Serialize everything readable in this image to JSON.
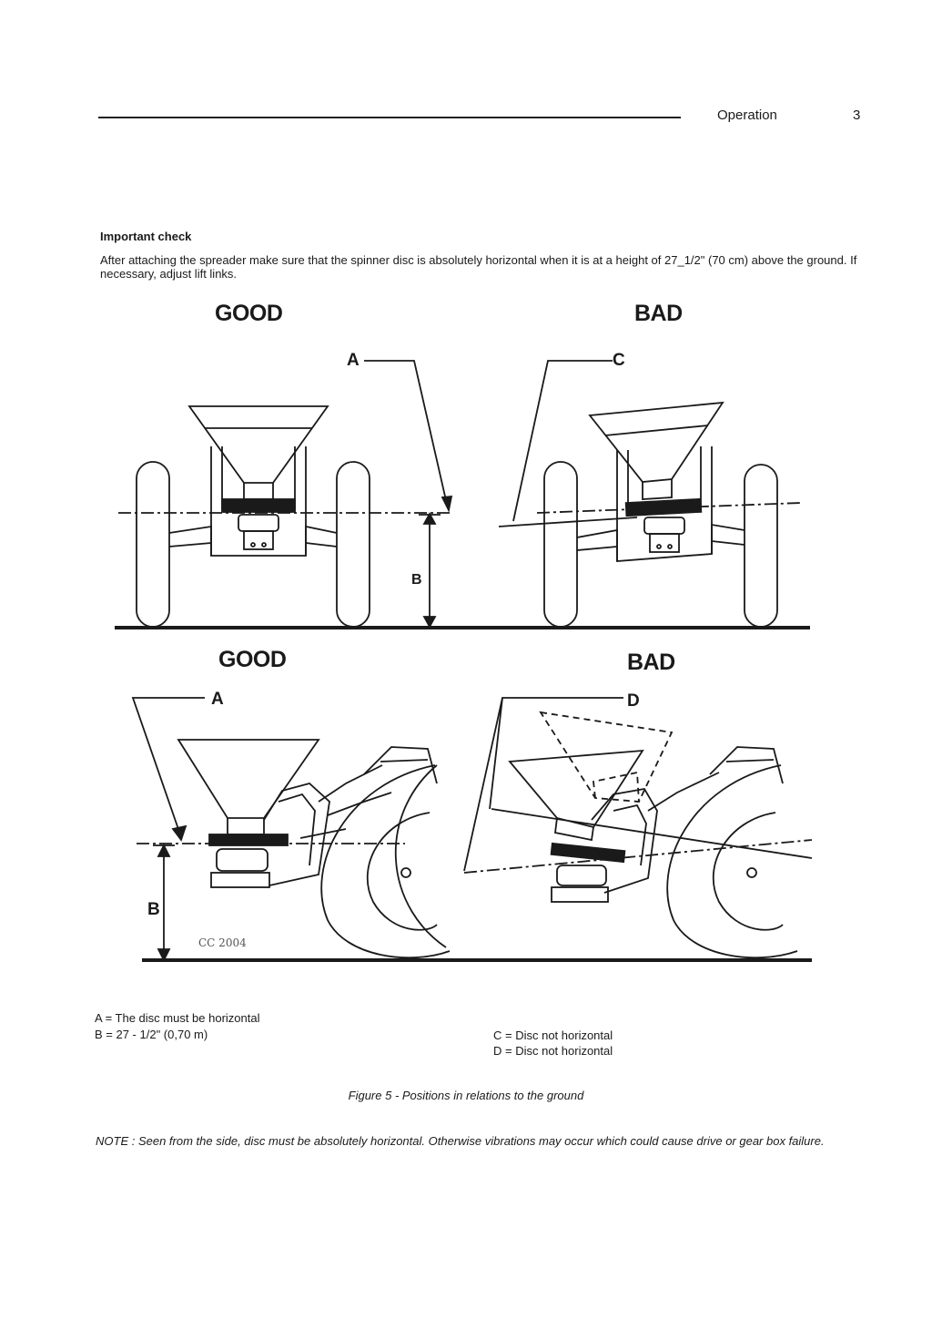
{
  "header": {
    "section": "Operation",
    "page_number": "3"
  },
  "check": {
    "heading": "Important check",
    "body": "After attaching the spreader make sure that the spinner disc is absolutely horizontal when it is at a height of 27_1/2\" (70 cm) above the ground. If necessary, adjust lift links."
  },
  "figure": {
    "top_good_label": "GOOD",
    "top_bad_label": "BAD",
    "bottom_good_label": "GOOD",
    "bottom_bad_label": "BAD",
    "marker_a_top": "A",
    "marker_c": "C",
    "marker_b_top": "B",
    "marker_a_bottom": "A",
    "marker_d": "D",
    "marker_b_bottom": "B",
    "stamp": "CC 2004"
  },
  "legend": {
    "a": "A = The disc must be horizontal",
    "b": "B = 27 - 1/2\" (0,70 m)",
    "c": "C = Disc not horizontal",
    "d": "D = Disc not horizontal"
  },
  "caption": "Figure 5 - Positions in relations to the ground",
  "note": "NOTE : Seen from the side, disc must be absolutely horizontal. Otherwise vibrations may occur which could cause drive or gear box failure."
}
